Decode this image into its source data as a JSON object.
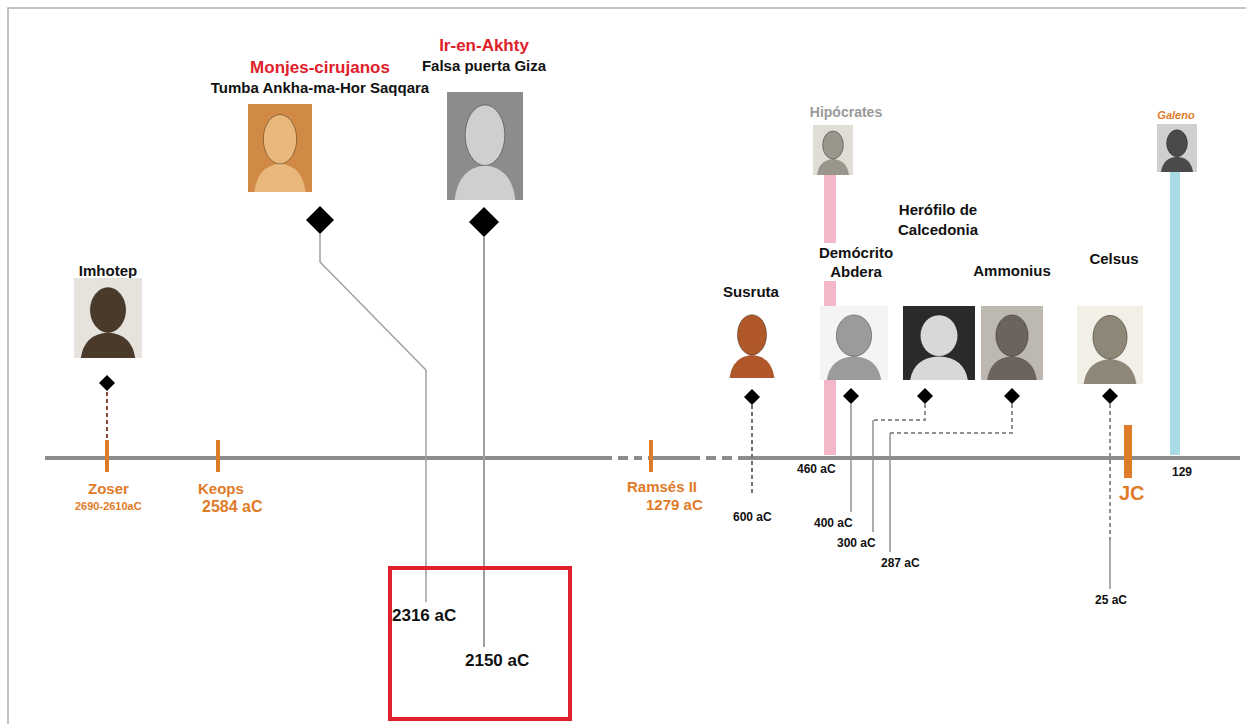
{
  "diagram": {
    "nodes": [
      {
        "text": [
          "Imhotep"
        ]
      },
      {
        "text": [
          "Monjes-cirujanos",
          "Tumba Ankha-ma-Hor Saqqara"
        ]
      },
      {
        "text": [
          "Ir-en-Akhty",
          "Falsa puerta Giza"
        ]
      },
      {
        "text": [
          "Susruta"
        ]
      },
      {
        "text": [
          "Hipócrates"
        ]
      },
      {
        "text": [
          "Demócrito Abdera"
        ]
      },
      {
        "text": [
          "Herófilo de Calcedonia"
        ]
      },
      {
        "text": [
          "Ammonius"
        ]
      },
      {
        "text": [
          "Celsus"
        ]
      },
      {
        "text": [
          "Galeno"
        ]
      }
    ],
    "labels": [
      "Zoser",
      "2690-2610aC",
      "Keops",
      "2584 aC",
      "Ramsés II",
      "1279 aC",
      "2316 aC",
      "2150 aC",
      "600 aC",
      "460 aC",
      "400 aC",
      "300 aC",
      "287 aC",
      "25 aC",
      "JC",
      "129"
    ]
  }
}
